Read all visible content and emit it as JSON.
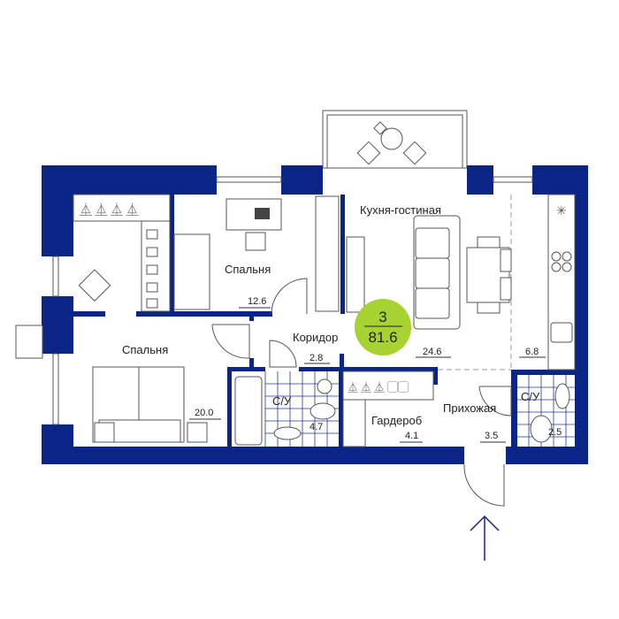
{
  "plan": {
    "rooms": [
      {
        "name": "Кухня-гостиная",
        "area": "24.6"
      },
      {
        "name": "",
        "area": "6.8"
      },
      {
        "name": "Спальня",
        "area": "12.6"
      },
      {
        "name": "Спальня",
        "area": "20.0"
      },
      {
        "name": "Коридор",
        "area": "2.8"
      },
      {
        "name": "С/У",
        "area": "4.7"
      },
      {
        "name": "Гардероб",
        "area": "4.1"
      },
      {
        "name": "Прихожая",
        "area": "3.5"
      },
      {
        "name": "С/У",
        "area": "2.5"
      }
    ],
    "badge": {
      "rooms_count": "3",
      "total_area": "81.6",
      "color": "#a6d232"
    },
    "wall_color": "#0a2586",
    "entrance_icon": "arrow-up-icon"
  }
}
